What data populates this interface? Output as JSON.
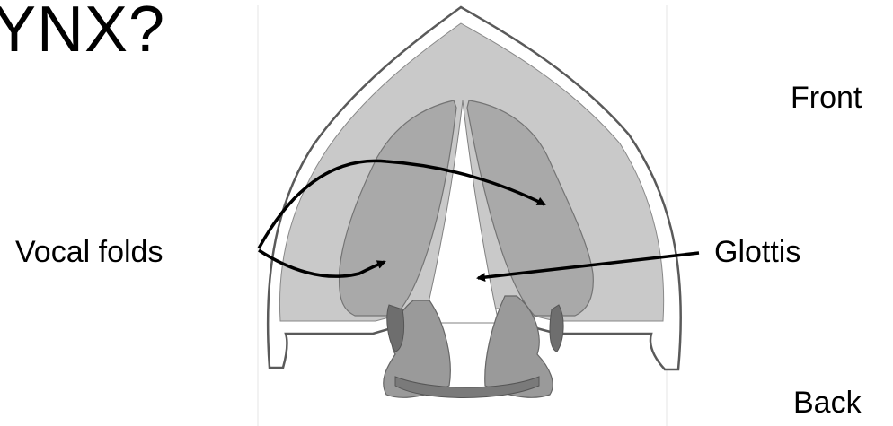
{
  "title": "YNX?",
  "labels": {
    "front": "Front",
    "vocal_folds": "Vocal folds",
    "glottis": "Glottis",
    "back": "Back"
  },
  "colors": {
    "outer_outline": "#5a5a5a",
    "cartilage_fill": "#c9c9c9",
    "fold_fill": "#a8a8a8",
    "arytenoid_fill": "#9a9a9a",
    "dark_fill": "#6e6e6e",
    "glottis_fill": "#ffffff",
    "arrow": "#000000"
  }
}
